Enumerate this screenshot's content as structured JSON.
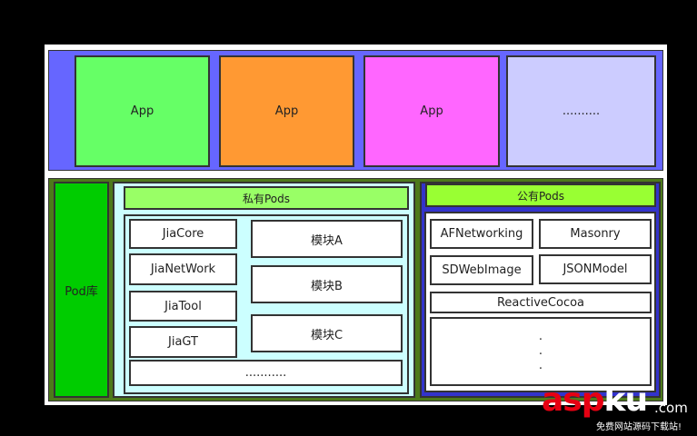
{
  "apps": [
    {
      "label": "App",
      "color": "#66ff66"
    },
    {
      "label": "App",
      "color": "#ff9933"
    },
    {
      "label": "App",
      "color": "#ff66ff"
    },
    {
      "label": "..........",
      "color": "#ccccff"
    }
  ],
  "pod_library": {
    "label": "Pod库"
  },
  "private_pods": {
    "title": "私有Pods",
    "left_items": [
      "JiaCore",
      "JiaNetWork",
      "JiaTool",
      "JiaGT"
    ],
    "right_items": [
      "模块A",
      "模块B",
      "模块C"
    ],
    "more": "..........."
  },
  "public_pods": {
    "title": "公有Pods",
    "items": [
      "AFNetworking",
      "Masonry",
      "SDWebImage",
      "JSONModel",
      "ReactiveCocoa"
    ],
    "more_dots": [
      ".",
      ".",
      "."
    ]
  },
  "watermark": {
    "part1": "asp",
    "part2": "ku",
    "suffix": ".com",
    "subtitle": "免费网站源码下载站!"
  },
  "colors": {
    "apps_band": "#6666ff",
    "lower_band": "#4d7a1a",
    "pod_library": "#00cc00",
    "private_panel": "#ccffff",
    "public_panel": "#3333cc",
    "header_green": "#99ff66"
  }
}
